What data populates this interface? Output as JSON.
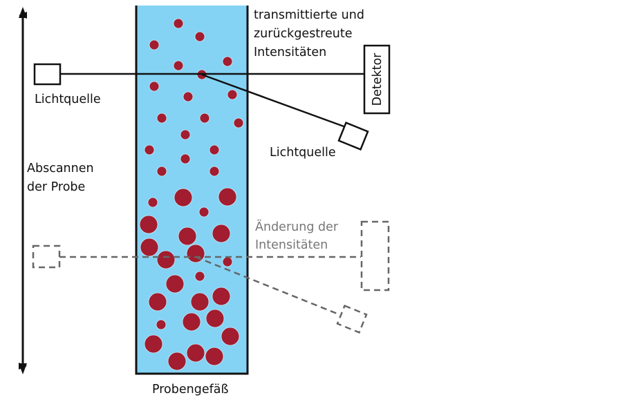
{
  "colors": {
    "liquid": "#84d3f5",
    "particle": "#a11d2f",
    "line": "#111111",
    "dashed": "#666666",
    "gray_text": "#777777"
  },
  "labels": {
    "transmitted": [
      "transmittierte und",
      "zurückgestreute",
      "Intensitäten"
    ],
    "source_top": "Lichtquelle",
    "source_scatter": "Lichtquelle",
    "detector": "Detektor",
    "scan": [
      "Abscannen",
      "der Probe"
    ],
    "change": [
      "Änderung der",
      "Intensitäten"
    ],
    "vessel": "Probengefäß"
  }
}
